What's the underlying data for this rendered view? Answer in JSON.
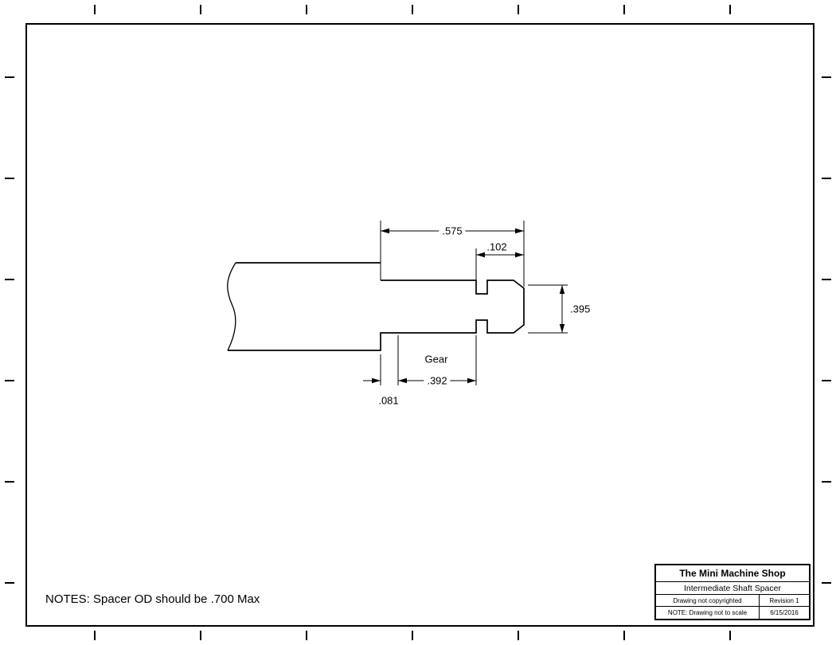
{
  "sheet": {
    "notes": "NOTES: Spacer OD should be .700 Max"
  },
  "dimensions": {
    "overall_length": ".575",
    "groove_to_end": ".102",
    "end_diameter": ".395",
    "gear_label": "Gear",
    "gear_width": ".392",
    "spacer_width": ".081"
  },
  "title_block": {
    "company": "The Mini Machine Shop",
    "title": "Intermediate Shaft Spacer",
    "copyright": "Drawing not copyrighted",
    "revision": "Revision 1",
    "note": "NOTE: Drawing not to scale",
    "date": "6/15/2016"
  },
  "colors": {
    "line": "#000000",
    "background": "#ffffff"
  }
}
